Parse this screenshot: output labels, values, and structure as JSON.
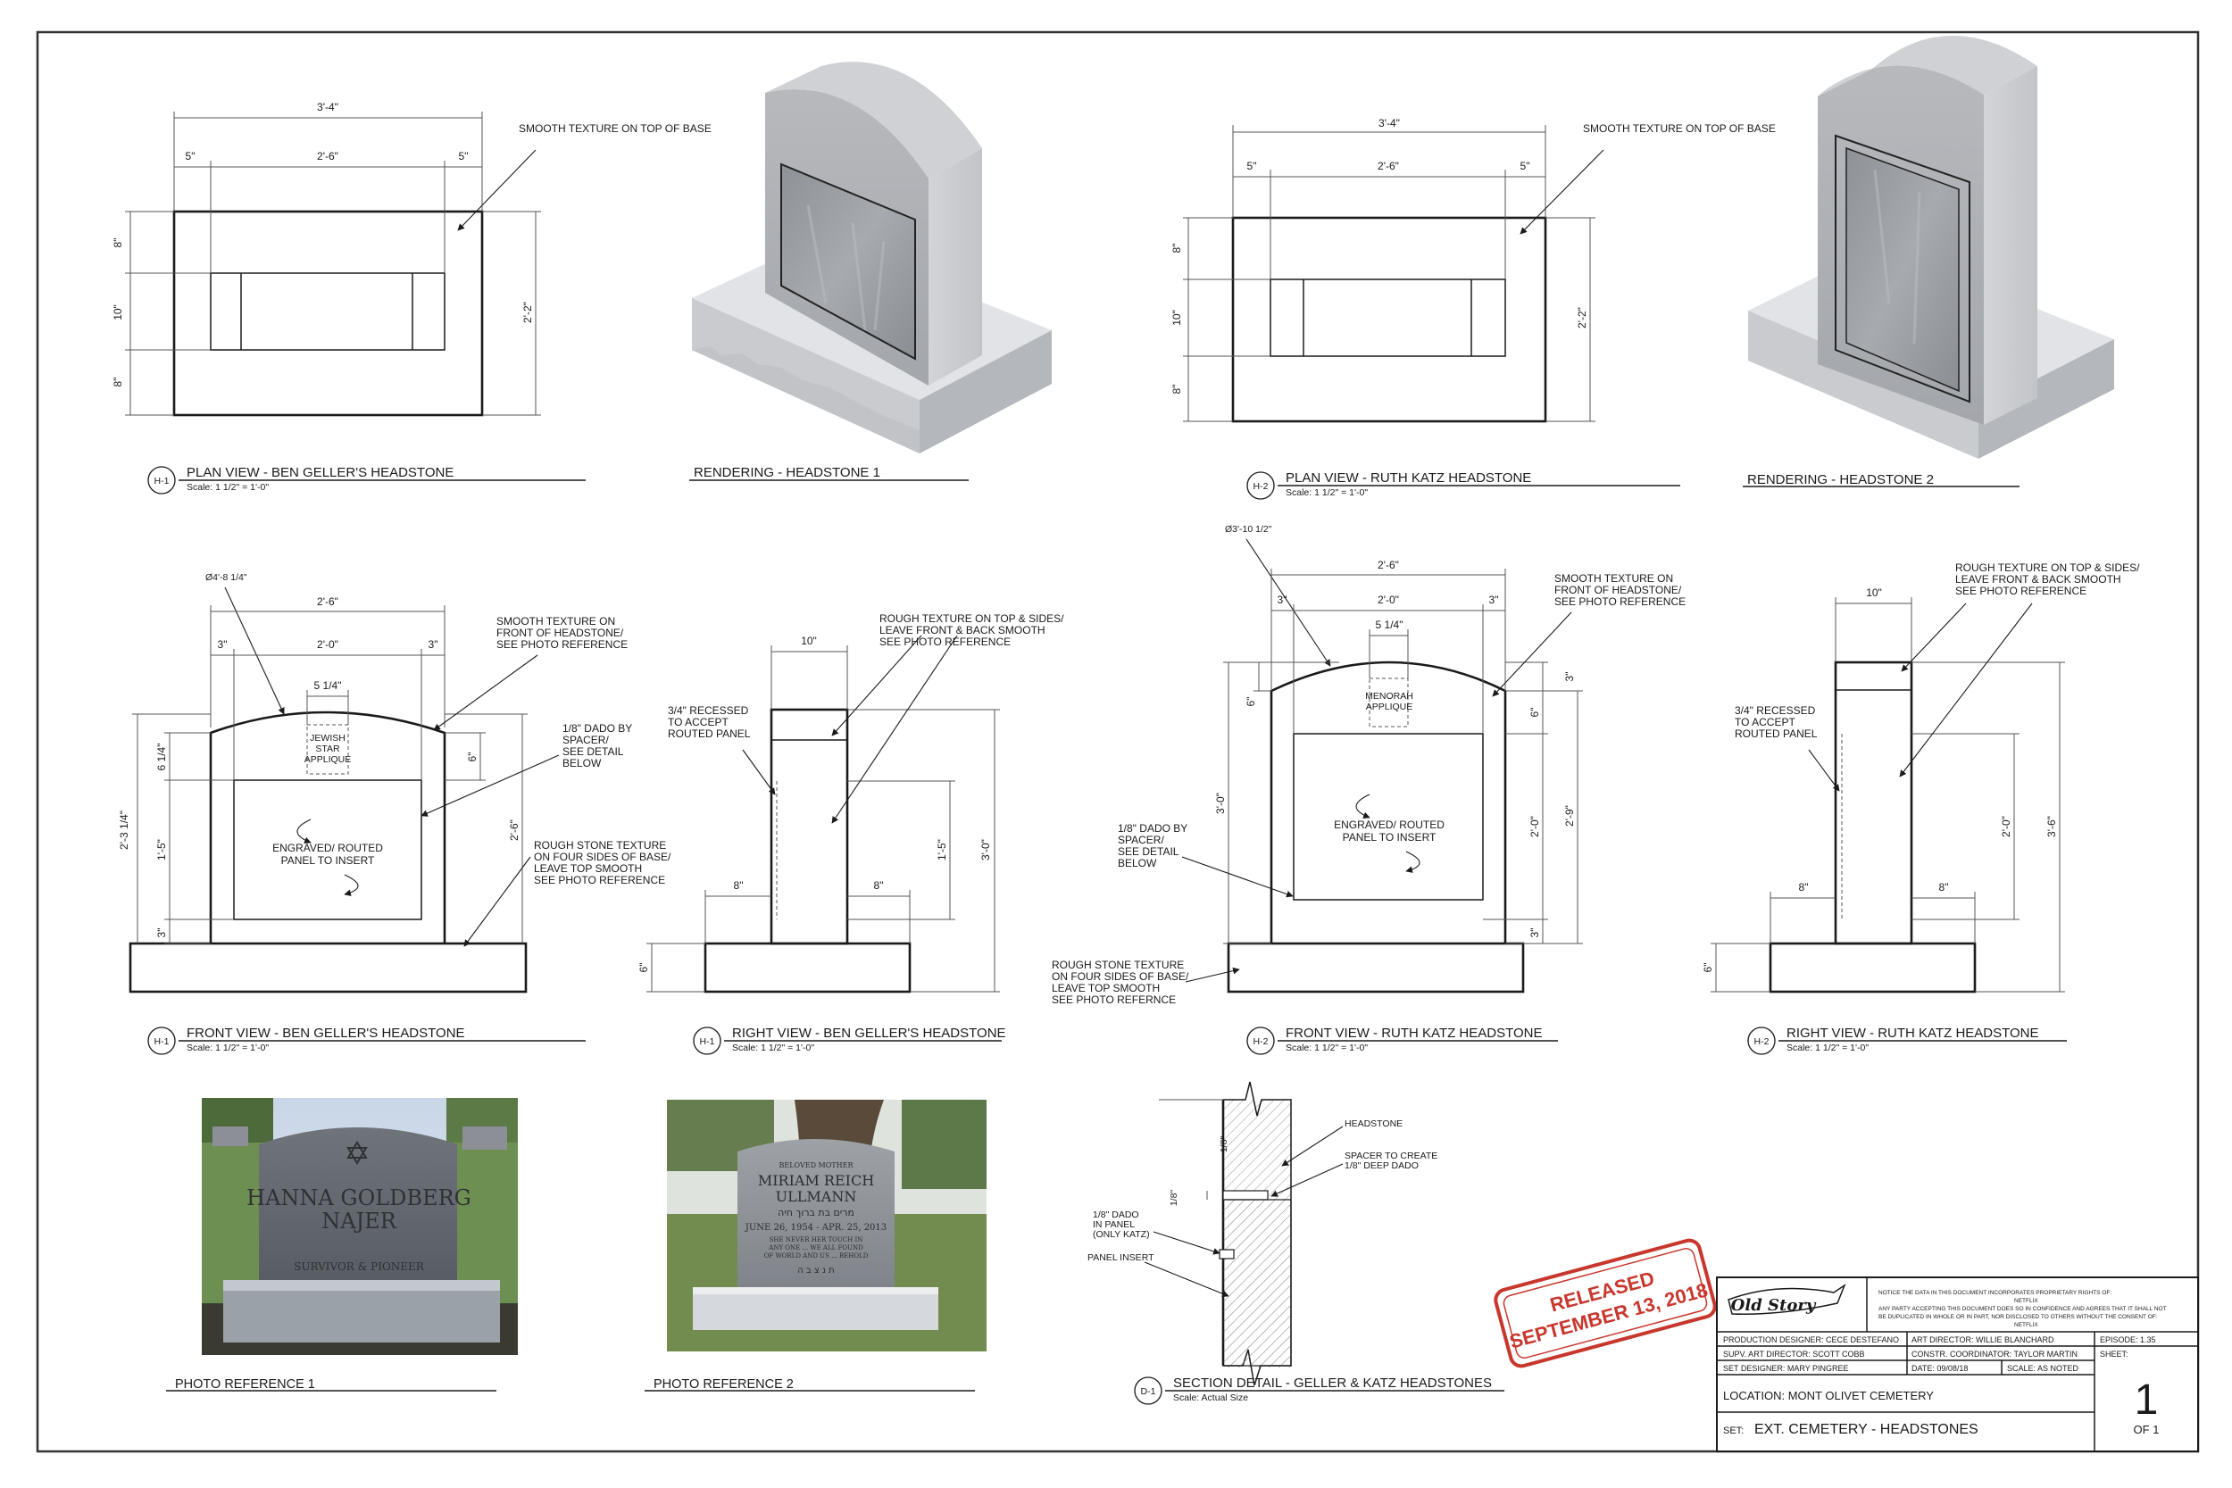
{
  "views": {
    "h1_plan": {
      "badge": "H-1",
      "title": "PLAN VIEW - BEN GELLER'S HEADSTONE",
      "scale": "Scale: 1 1/2\" = 1'-0\"",
      "dims": {
        "overall": "3'-4\"",
        "left": "5\"",
        "mid": "2'-6\"",
        "right": "5\"",
        "v_top": "8\"",
        "v_mid": "10\"",
        "v_bot": "8\"",
        "depth": "2'-2\""
      },
      "note": "SMOOTH TEXTURE ON TOP OF BASE"
    },
    "rend1": {
      "title": "RENDERING - HEADSTONE 1"
    },
    "h2_plan": {
      "badge": "H-2",
      "title": "PLAN VIEW - RUTH KATZ HEADSTONE",
      "scale": "Scale: 1 1/2\" = 1'-0\"",
      "dims": {
        "overall": "3'-4\"",
        "left": "5\"",
        "mid": "2'-6\"",
        "right": "5\"",
        "v_top": "8\"",
        "v_mid": "10\"",
        "v_bot": "8\"",
        "depth": "2'-2\""
      },
      "note": "SMOOTH TEXTURE ON TOP OF BASE"
    },
    "rend2": {
      "title": "RENDERING - HEADSTONE 2"
    },
    "h1_front": {
      "badge": "H-1",
      "title": "FRONT VIEW - BEN GELLER'S HEADSTONE",
      "scale": "Scale: 1 1/2\" = 1'-0\"",
      "radius": "Ø4'-8 1/4\"",
      "dims": {
        "width": "2'-6\"",
        "left": "3\"",
        "mid": "2'-0\"",
        "right": "3\"",
        "panel": "5 1/4\"",
        "h1": "6 1/4\"",
        "h2": "2'-3 1/4\"",
        "h3": "1'-5\"",
        "h4": "3\"",
        "side": "6\"",
        "total": "2'-6\""
      },
      "applique": "JEWISH STAR APPLIQUE",
      "panel_note": "ENGRAVED/ ROUTED PANEL TO INSERT",
      "smooth": "SMOOTH TEXTURE ON FRONT OF HEADSTONE/ SEE PHOTO REFERENCE",
      "dado": "1/8\" DADO BY SPACER/ SEE DETAIL BELOW",
      "rough": "ROUGH STONE TEXTURE ON FOUR SIDES OF BASE/ LEAVE TOP SMOOTH SEE PHOTO REFERENCE"
    },
    "h1_right": {
      "badge": "H-1",
      "title": "RIGHT VIEW - BEN GELLER'S HEADSTONE",
      "scale": "Scale: 1 1/2\" = 1'-0\"",
      "dims": {
        "top": "10\"",
        "left": "8\"",
        "right": "8\"",
        "panel": "1'-5\"",
        "total": "3'-0\"",
        "base": "6\""
      },
      "recess": "3/4\" RECESSED TO ACCEPT ROUTED PANEL",
      "rough": "ROUGH TEXTURE ON TOP & SIDES/ LEAVE FRONT & BACK SMOOTH SEE PHOTO REFERENCE"
    },
    "h2_front": {
      "badge": "H-2",
      "title": "FRONT VIEW - RUTH KATZ HEADSTONE",
      "scale": "Scale: 1 1/2\" = 1'-0\"",
      "radius": "Ø3'-10 1/2\"",
      "dims": {
        "width": "2'-6\"",
        "left": "3\"",
        "mid": "2'-0\"",
        "right": "3\"",
        "panel": "5 1/4\"",
        "arch": "6\"",
        "h_total": "3'-0\"",
        "top": "3\"",
        "r6": "6\"",
        "r20": "2'-0\"",
        "r29": "2'-9\"",
        "r3": "3\""
      },
      "applique": "MENORAH APPLIQUE",
      "panel_note": "ENGRAVED/ ROUTED PANEL TO INSERT",
      "smooth": "SMOOTH TEXTURE ON FRONT OF HEADSTONE/ SEE PHOTO REFERENCE",
      "dado": "1/8\" DADO BY SPACER/ SEE DETAIL BELOW",
      "rough": "ROUGH STONE TEXTURE ON FOUR SIDES OF BASE/ LEAVE TOP SMOOTH SEE PHOTO REFERNCE"
    },
    "h2_right": {
      "badge": "H-2",
      "title": "RIGHT VIEW - RUTH KATZ HEADSTONE",
      "scale": "Scale: 1 1/2\" = 1'-0\"",
      "dims": {
        "top": "10\"",
        "left": "8\"",
        "right": "8\"",
        "panel": "2'-0\"",
        "total": "3'-6\"",
        "base": "6\""
      },
      "recess": "3/4\" RECESSED TO ACCEPT ROUTED PANEL",
      "rough": "ROUGH TEXTURE ON TOP & SIDES/ LEAVE FRONT & BACK SMOOTH SEE PHOTO REFERENCE"
    },
    "photo1": {
      "title": "PHOTO REFERENCE 1",
      "line1": "HANNA GOLDBERG",
      "line2": "NAJER",
      "line3": "SURVIVOR & PIONEER"
    },
    "photo2": {
      "title": "PHOTO REFERENCE 2",
      "line0": "BELOVED MOTHER",
      "line1": "MIRIAM REICH",
      "line2": "ULLMANN",
      "line3": "מרים בת ברוך חיה",
      "line4": "JUNE 26, 1954 - APR. 25, 2013",
      "line5": "SHE NEVER HER TOUCH IN",
      "line6": "ANY ONE ... WE ALL FOUND",
      "line7": "OF WORLD AND US ... BEHOLD",
      "line8": "ת נ צ ב ה"
    },
    "section": {
      "badge": "D-1",
      "title": "SECTION DETAIL - GELLER & KATZ HEADSTONES",
      "scale": "Scale: Actual Size",
      "headstone": "HEADSTONE",
      "spacer": "SPACER TO CREATE 1/8\" DEEP DADO",
      "dado": "1/8\" DADO IN PANEL (ONLY KATZ)",
      "insert": "PANEL INSERT",
      "d1": "1/8\"",
      "d2": "1/8\""
    }
  },
  "stamp": {
    "line1": "RELEASED",
    "line2": "SEPTEMBER 13, 2018"
  },
  "title_block": {
    "logo": "Old Story",
    "notice": "NOTICE THE DATA IN THIS DOCUMENT INCORPORATES PROPRIETARY RIGHTS OF: NETFLIX ANY PARTY ACCEPTING THIS DOCUMENT DOES SO IN CONFIDENCE AND AGREES THAT IT SHALL NOT BE DUPLICATED IN WHOLE OR IN PART, NOR DISCLOSED TO OTHERS WITHOUT THE CONSENT OF: NETFLIX",
    "production_designer": "PRODUCTION DESIGNER: CECE DESTEFANO",
    "art_director": "ART DIRECTOR: WILLIE BLANCHARD",
    "episode": "EPISODE:  1.35",
    "supv_art_director": "SUPV. ART DIRECTOR: SCOTT COBB",
    "constr_coordinator": "CONSTR. COORDINATOR: TAYLOR MARTIN",
    "sheet_label": "SHEET:",
    "set_designer": "SET DESIGNER: MARY PINGREE",
    "date": "DATE:  09/08/18",
    "scale": "SCALE:  AS NOTED",
    "location": "LOCATION:  MONT OLIVET CEMETERY",
    "set_label": "SET:",
    "set_value": "EXT. CEMETERY - HEADSTONES",
    "sheet_number": "1",
    "sheet_of": "OF 1"
  }
}
